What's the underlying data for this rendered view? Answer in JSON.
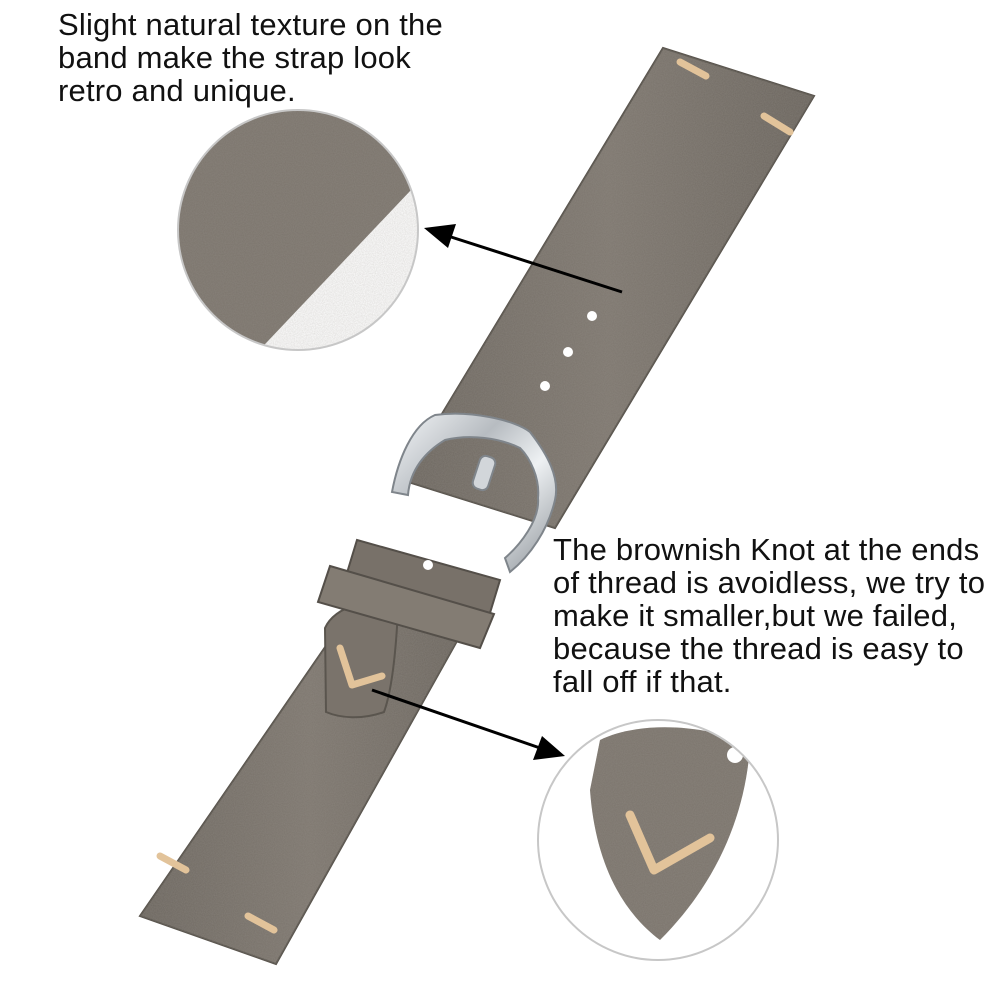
{
  "captions": {
    "texture": {
      "lines": [
        "Slight natural texture on the",
        "band make the strap look",
        "retro and unique."
      ]
    },
    "knot": {
      "lines": [
        "The brownish Knot at the ends",
        "of thread is avoidless, we try to",
        "make it smaller,but we failed,",
        "because the thread is easy to",
        "fall off if that."
      ]
    }
  },
  "product": {
    "object": "watch-strap",
    "hole_count": 5
  },
  "colors": {
    "leather": "#7b746c",
    "leather_dark": "#605a53",
    "leather_light": "#8f887f",
    "stitch": "#e2c39a",
    "buckle": "#d9dde0",
    "arrow": "#000000",
    "circle_border": "#c7c7c7"
  }
}
